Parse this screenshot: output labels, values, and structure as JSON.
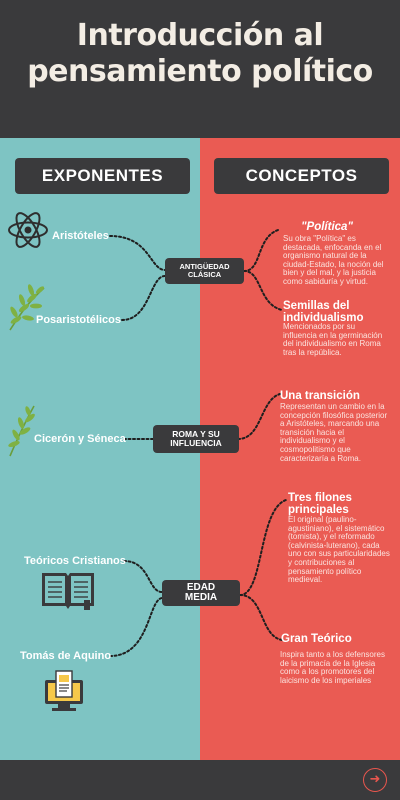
{
  "header": {
    "title_line1": "Introducción al",
    "title_line2": "pensamiento político"
  },
  "columns": {
    "left_label": "EXPONENTES",
    "right_label": "CONCEPTOS"
  },
  "exponents": {
    "aristoteles": "Aristóteles",
    "posaristotelicos": "Posaristotélicos",
    "ciceron_seneca": "Cicerón y Séneca",
    "teoricos_cristianos": "Teóricos Cristianos",
    "tomas_aquino": "Tomás de Aquino"
  },
  "periods": {
    "antiguedad_line1": "ANTIGÜEDAD",
    "antiguedad_line2": "CLÁSICA",
    "roma_line1": "ROMA Y SU",
    "roma_line2": "INFLUENCIA",
    "edad_line1": "EDAD",
    "edad_line2": "MEDIA"
  },
  "concepts": {
    "politica": {
      "title": "\"Política\"",
      "body": "Su obra \"Política\" es destacada, enfocanda en el organismo natural de la ciudad-Estado, la noción del bien y del mal, y la justicia como sabiduría y virtud."
    },
    "semillas": {
      "title": "Semillas del individualismo",
      "body": "Mencionados por su influencia en la germinación del individualismo en Roma tras la república."
    },
    "transicion": {
      "title": "Una transición",
      "body": "Representan un cambio en la concepción filosófica posterior a Aristóteles, marcando una transición hacia el individualismo y el cosmopolitismo que caracterizaría a Roma."
    },
    "filones": {
      "title": "Tres filones principales",
      "body": "El original (paulino-agustiniano), el sistemático (tomista), y el reformado (calvinista-luterano), cada uno con sus particularidades y contribuciones al pensamiento político medieval."
    },
    "gran_teorico": {
      "title": "Gran Teórico",
      "body": "Inspira tanto a los defensores de la primacía de la Iglesia como a los promotores del laicismo de los imperiales"
    }
  },
  "footer": {
    "next_icon": "arrow-right-circle-icon"
  },
  "colors": {
    "teal": "#7ec4c3",
    "coral": "#ea5b53",
    "dark": "#3a3a3c",
    "cream": "#f3ede4"
  }
}
